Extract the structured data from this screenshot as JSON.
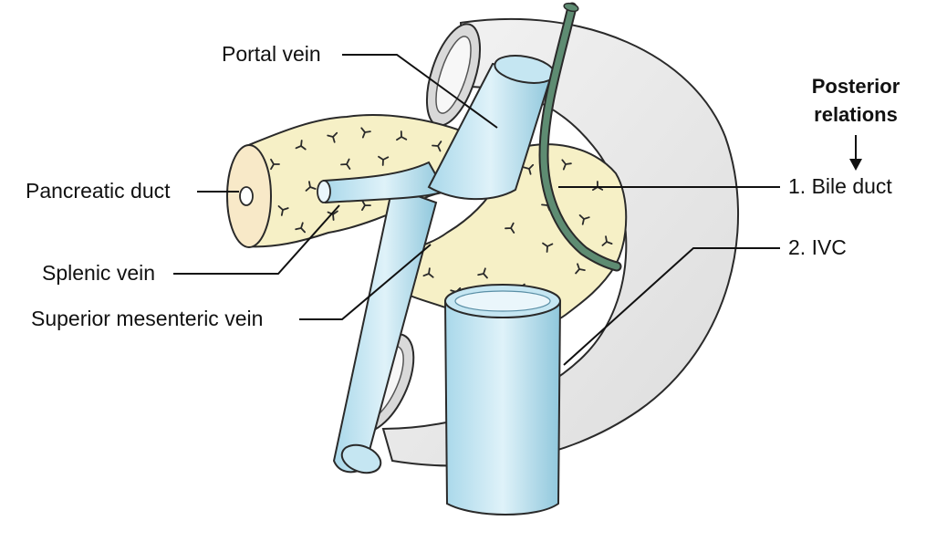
{
  "diagram": {
    "heading": {
      "line1": "Posterior",
      "line2": "relations"
    },
    "labels": {
      "portal_vein": "Portal vein",
      "pancreatic_duct": "Pancreatic duct",
      "splenic_vein": "Splenic vein",
      "superior_mesenteric_vein": "Superior mesenteric vein",
      "bile_duct": "1. Bile duct",
      "ivc": "2. IVC"
    },
    "colors": {
      "vein": "#c5e6f2",
      "vein_dark": "#7fbfd6",
      "pancreas": "#f6f0c6",
      "bile_duct": "#5e8c72",
      "duodenum": "#ececec",
      "outline": "#2a2a2a"
    }
  }
}
